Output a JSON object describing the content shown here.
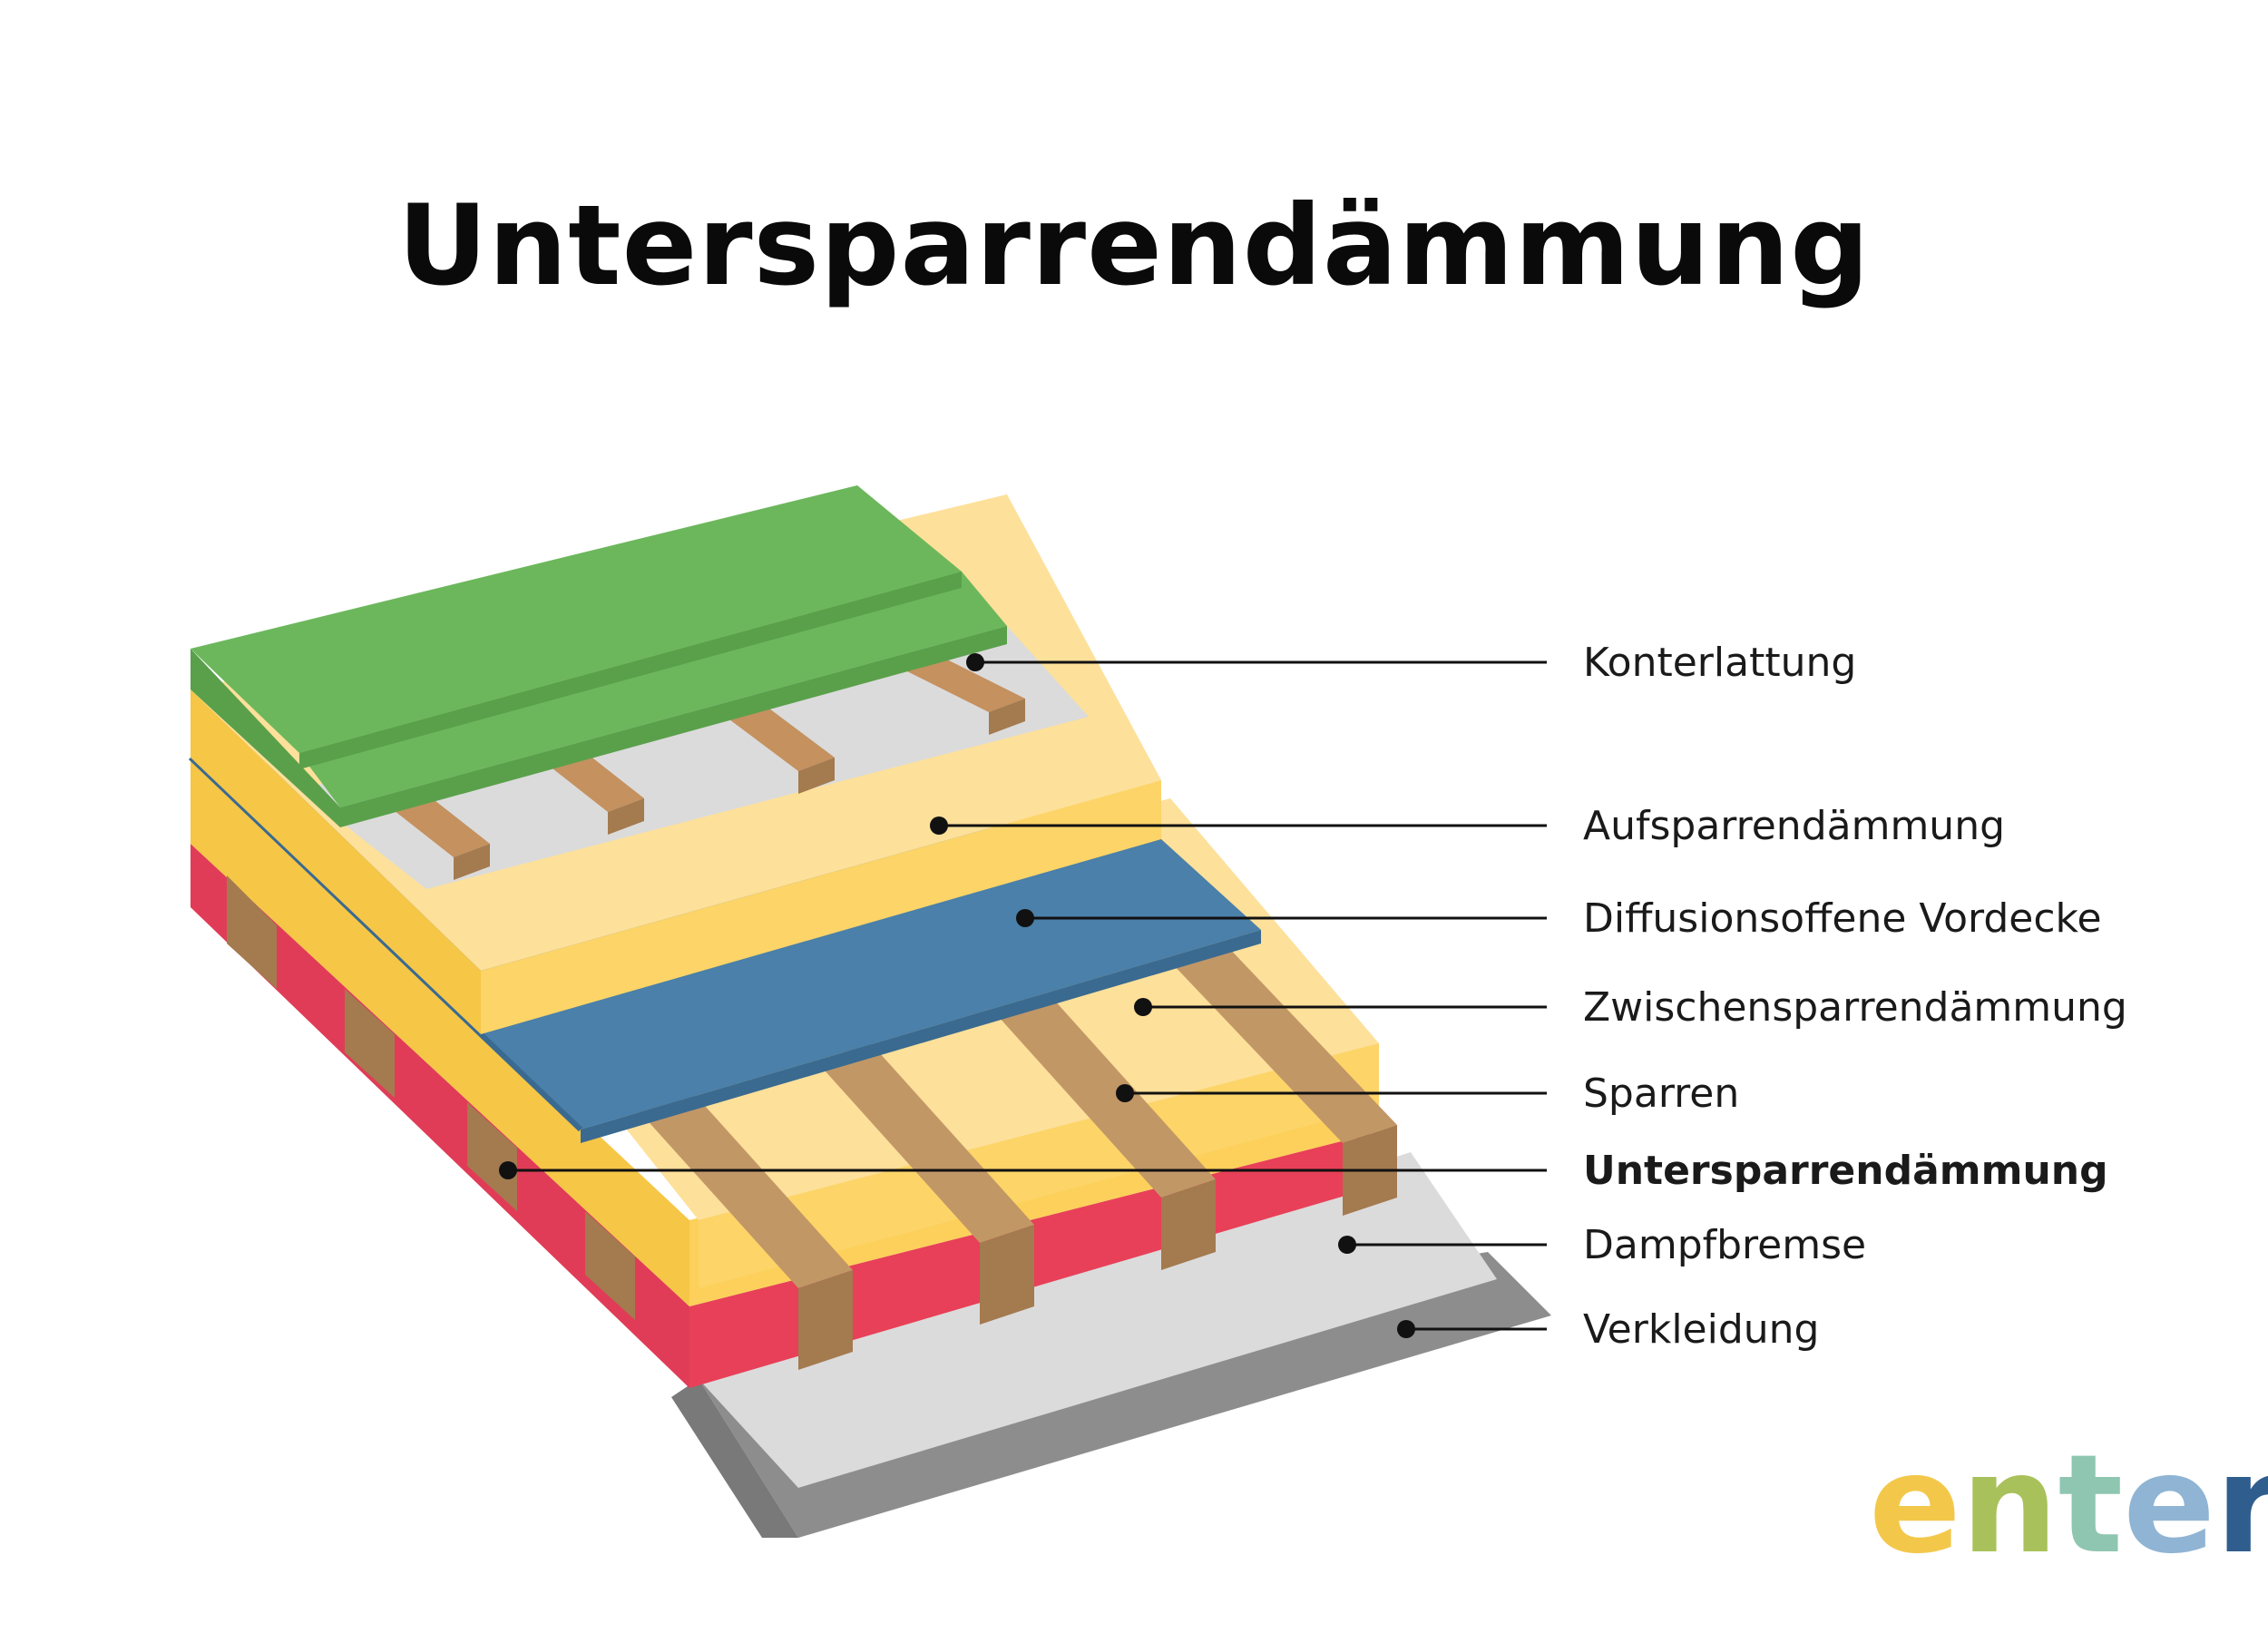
{
  "title": "Untersparrendämmung",
  "layers": [
    {
      "label": "Konterlattung",
      "color": "#c4915f",
      "bold": false
    },
    {
      "label": "Aufsparrendämmung",
      "color": "#fcd87a",
      "bold": false
    },
    {
      "label": "Diffusionsoffene Vordecke",
      "color": "#4a80a9",
      "bold": false
    },
    {
      "label": "Zwischensparrendämmung",
      "color": "#fde09a",
      "bold": false
    },
    {
      "label": "Sparren",
      "color": "#b98c5e",
      "bold": false
    },
    {
      "label": "Untersparrendämmung",
      "color": "#f6c646",
      "bold": true
    },
    {
      "label": "Dampfbremse",
      "color": "#dbdbdb",
      "bold": false
    },
    {
      "label": "Verkleidung",
      "color": "#8e8d8d",
      "bold": false
    }
  ],
  "roof_cover_color": "#6cb75c",
  "vapour_layer_color": "#e84058",
  "logo": {
    "letters": [
      {
        "char": "e",
        "color": "#f3c84a"
      },
      {
        "char": "n",
        "color": "#a9c15a"
      },
      {
        "char": "t",
        "color": "#8fc6b1"
      },
      {
        "char": "e",
        "color": "#8fb4d4"
      },
      {
        "char": "r",
        "color": "#2f5e8e"
      }
    ]
  }
}
